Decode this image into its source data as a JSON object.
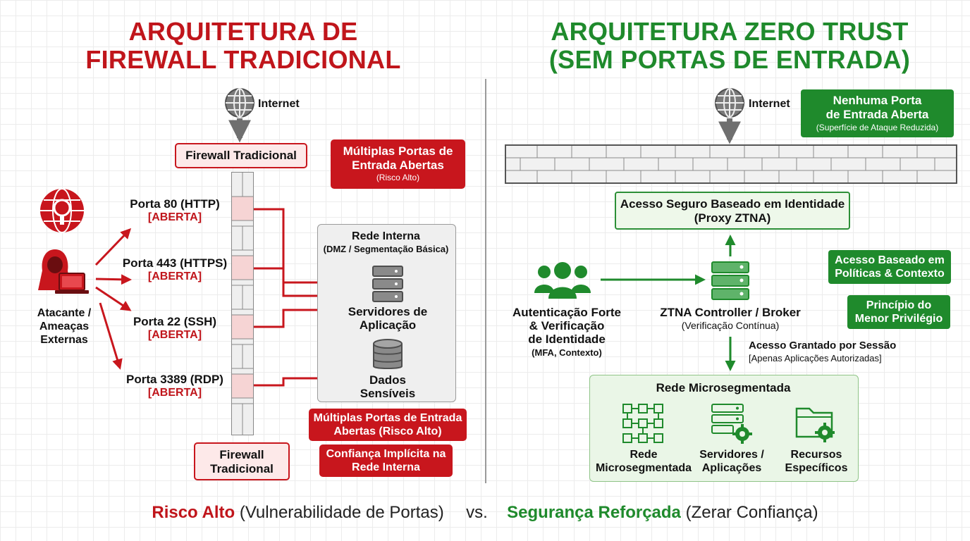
{
  "left": {
    "title_line1": "ARQUITETURA DE",
    "title_line2": "FIREWALL TRADICIONAL",
    "internet_label": "Internet",
    "firewall_top_label": "Firewall Tradicional",
    "firewall_bottom_line1": "Firewall",
    "firewall_bottom_line2": "Tradicional",
    "attacker_line1": "Atacante /",
    "attacker_line2": "Ameaças",
    "attacker_line3": "Externas",
    "ports": [
      {
        "name": "Porta 80 (HTTP)",
        "status": "[ABERTA]"
      },
      {
        "name": "Porta 443 (HTTPS)",
        "status": "[ABERTA]"
      },
      {
        "name": "Porta 22 (SSH)",
        "status": "[ABERTA]"
      },
      {
        "name": "Porta 3389 (RDP)",
        "status": "[ABERTA]"
      }
    ],
    "multi_ports_top_line1": "Múltiplas Portas de",
    "multi_ports_top_line2": "Entrada Abertas",
    "multi_ports_top_line3": "(Risco Alto)",
    "internal_net_title": "Rede Interna",
    "internal_net_sub": "(DMZ / Segmentação Básica)",
    "app_servers_line1": "Servidores de",
    "app_servers_line2": "Aplicação",
    "sensitive_line1": "Dados",
    "sensitive_line2": "Sensíveis",
    "multi_ports_bottom_line1": "Múltiplas Portas de Entrada",
    "multi_ports_bottom_line2": "Abertas (Risco Alto)",
    "implicit_trust_line1": "Confiança Implícita na",
    "implicit_trust_line2": "Rede Interna"
  },
  "right": {
    "title_line1": "ARQUITETURA ZERO TRUST",
    "title_line2": "(SEM PORTAS DE ENTRADA)",
    "internet_label": "Internet",
    "no_port_line1": "Nenhuma Porta",
    "no_port_line2": "de Entrada Aberta",
    "no_port_line3": "(Superfície de Ataque Reduzida)",
    "identity_access_line1": "Acesso Seguro Baseado em Identidade",
    "identity_access_line2": "(Proxy ZTNA)",
    "auth_line1": "Autenticação Forte",
    "auth_line2": "& Verificação",
    "auth_line3": "de Identidade",
    "auth_line4": "(MFA, Contexto)",
    "controller_line1": "ZTNA Controller / Broker",
    "controller_line2": "(Verificação Contínua)",
    "policy_line1": "Acesso Baseado em",
    "policy_line2": "Políticas & Contexto",
    "least_priv_line1": "Princípio do",
    "least_priv_line2": "Menor Privilégio",
    "session_line1": "Acesso Grantado por Sessão",
    "session_line2": "[Apenas Aplicações Autorizadas]",
    "microseg_title": "Rede Microsegmentada",
    "microseg_items": [
      {
        "line1": "Rede",
        "line2": "Microsegmentada"
      },
      {
        "line1": "Servidores /",
        "line2": "Aplicações"
      },
      {
        "line1": "Recursos",
        "line2": "Específicos"
      }
    ]
  },
  "footer": {
    "left_bold": "Risco Alto",
    "left_rest": " (Vulnerabilidade de Portas)",
    "vs": "vs.",
    "right_bold": "Segurança Reforçada",
    "right_rest": " (Zerar Confiança)"
  },
  "colors": {
    "red": "#c8161d",
    "green": "#1f8a2c",
    "grey": "#777777"
  }
}
